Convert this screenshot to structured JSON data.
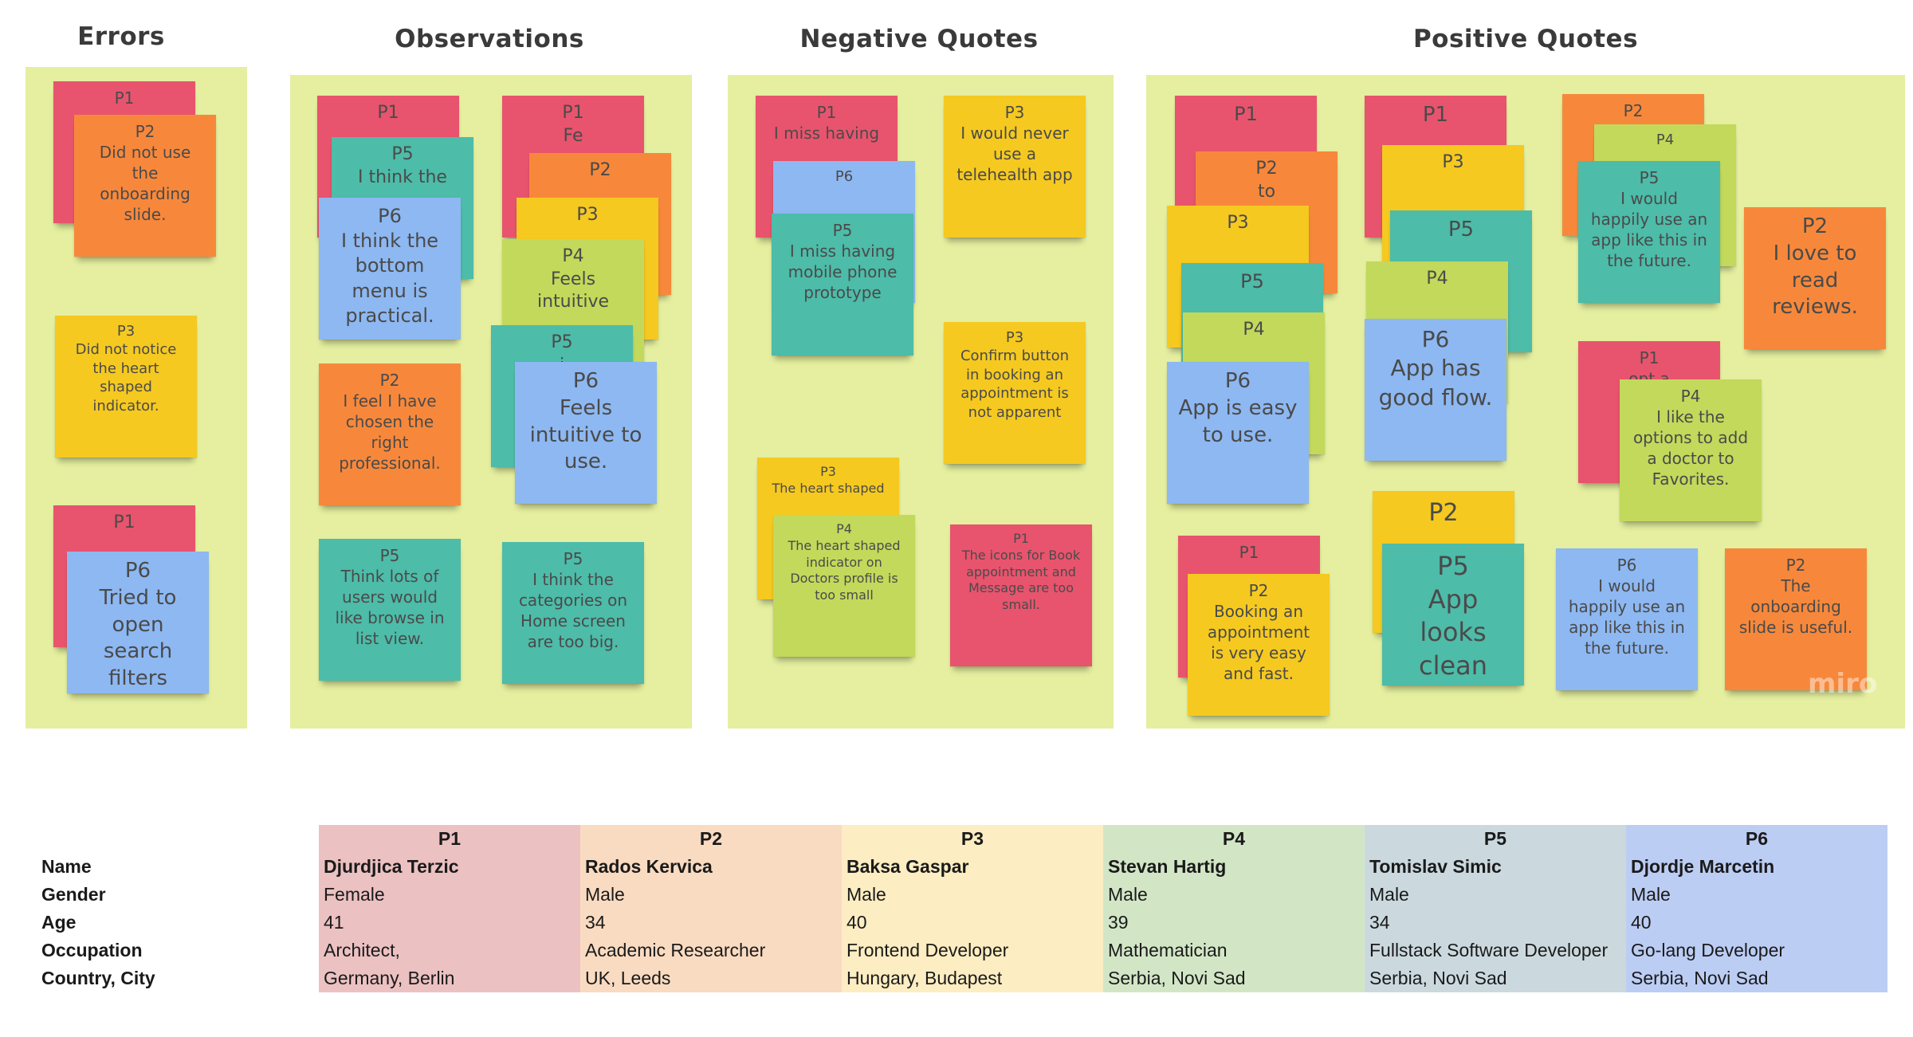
{
  "columns": {
    "errors": "Errors",
    "observations": "Observations",
    "negative": "Negative Quotes",
    "positive": "Positive Quotes"
  },
  "notes": {
    "errors": [
      {
        "p": "P1",
        "t": "",
        "color": "red"
      },
      {
        "p": "P2",
        "t": "Did not use the onboarding slide.",
        "color": "orange"
      },
      {
        "p": "P3",
        "t": "Did not notice the heart shaped indicator.",
        "color": "yellow"
      },
      {
        "p": "P1",
        "t": "",
        "color": "red"
      },
      {
        "p": "P6",
        "t": "Tried to open search filters",
        "color": "blue"
      }
    ],
    "observations": [
      {
        "p": "P1",
        "t": "",
        "color": "red"
      },
      {
        "p": "P5",
        "t": "I think the",
        "color": "teal"
      },
      {
        "p": "P6",
        "t": "I think the bottom menu is practical.",
        "color": "blue"
      },
      {
        "p": "P1",
        "t": "Fe",
        "color": "red"
      },
      {
        "p": "P2",
        "t": "",
        "color": "orange"
      },
      {
        "p": "P3",
        "t": "",
        "color": "yellow"
      },
      {
        "p": "P4",
        "t": "Feels intuitive",
        "color": "lime"
      },
      {
        "p": "P5",
        "t": "i",
        "color": "teal"
      },
      {
        "p": "P6",
        "t": "Feels intuitive to use.",
        "color": "blue"
      },
      {
        "p": "P2",
        "t": "I feel I have chosen the right professional.",
        "color": "orange"
      },
      {
        "p": "P5",
        "t": "Think lots of users would like browse in list view.",
        "color": "teal"
      },
      {
        "p": "P5",
        "t": "I think the categories on Home screen are too big.",
        "color": "teal"
      }
    ],
    "negative": [
      {
        "p": "P1",
        "t": "I miss having",
        "color": "red"
      },
      {
        "p": "P6",
        "t": "",
        "color": "blue"
      },
      {
        "p": "P5",
        "t": "I miss having mobile phone prototype",
        "color": "teal"
      },
      {
        "p": "P3",
        "t": "I would never use a telehealth app",
        "color": "yellow"
      },
      {
        "p": "P3",
        "t": "Confirm button in booking an appointment is not apparent",
        "color": "yellow"
      },
      {
        "p": "P3",
        "t": "The heart shaped",
        "color": "yellow"
      },
      {
        "p": "P4",
        "t": "The heart shaped indicator on Doctors profile is too small",
        "color": "lime"
      },
      {
        "p": "P1",
        "t": "The icons for Book appointment and Message are too small.",
        "color": "red"
      }
    ],
    "positive": [
      {
        "p": "P1",
        "t": "",
        "color": "red"
      },
      {
        "p": "P2",
        "t": "to",
        "color": "orange"
      },
      {
        "p": "P3",
        "t": "",
        "color": "yellow"
      },
      {
        "p": "P5",
        "t": "",
        "color": "teal"
      },
      {
        "p": "P4",
        "t": "",
        "color": "lime"
      },
      {
        "p": "P6",
        "t": "App is easy to use.",
        "color": "blue"
      },
      {
        "p": "P1",
        "t": "",
        "color": "red"
      },
      {
        "p": "P3",
        "t": "",
        "color": "yellow"
      },
      {
        "p": "P5",
        "t": "",
        "color": "teal"
      },
      {
        "p": "P4",
        "t": "",
        "color": "lime"
      },
      {
        "p": "P6",
        "t": "App has good flow.",
        "color": "blue"
      },
      {
        "p": "P2",
        "t": "",
        "color": "orange"
      },
      {
        "p": "P4",
        "t": "",
        "color": "lime"
      },
      {
        "p": "P5",
        "t": "I would happily use an app like this in the future.",
        "color": "teal"
      },
      {
        "p": "P2",
        "t": "I love to read reviews.",
        "color": "orange"
      },
      {
        "p": "P1",
        "t": "opt a",
        "color": "red"
      },
      {
        "p": "P4",
        "t": "I like the options to add a doctor to Favorites.",
        "color": "lime"
      },
      {
        "p": "P1",
        "t": "",
        "color": "red"
      },
      {
        "p": "P2",
        "t": "Booking an appointment is very easy and fast.",
        "color": "yellow"
      },
      {
        "p": "P2",
        "t": "",
        "color": "yellow"
      },
      {
        "p": "P5",
        "t": "App looks clean",
        "color": "teal"
      },
      {
        "p": "P6",
        "t": "I would happily use an app like this in the future.",
        "color": "blue"
      },
      {
        "p": "P2",
        "t": "The onboarding slide is useful.",
        "color": "orange"
      }
    ]
  },
  "watermark": "miro",
  "table": {
    "header": [
      "P1",
      "P2",
      "P3",
      "P4",
      "P5",
      "P6"
    ],
    "rows": [
      {
        "label": "Name",
        "values": [
          "Djurdjica Terzic",
          "Rados Kervica",
          "Baksa Gaspar",
          "Stevan Hartig",
          "Tomislav Simic",
          "Djordje Marcetin"
        ]
      },
      {
        "label": "Gender",
        "values": [
          "Female",
          "Male",
          "Male",
          "Male",
          "Male",
          "Male"
        ]
      },
      {
        "label": "Age",
        "values": [
          "41",
          "34",
          "40",
          "39",
          "34",
          "40"
        ]
      },
      {
        "label": "Occupation",
        "values": [
          "Architect,",
          "Academic Researcher",
          "Frontend Developer",
          "Mathematician",
          "Fullstack Software Developer",
          "Go-lang Developer"
        ]
      },
      {
        "label": "Country, City",
        "values": [
          "Germany, Berlin",
          "UK, Leeds",
          "Hungary, Budapest",
          "Serbia, Novi Sad",
          "Serbia, Novi Sad",
          "Serbia, Novi Sad"
        ]
      }
    ]
  }
}
